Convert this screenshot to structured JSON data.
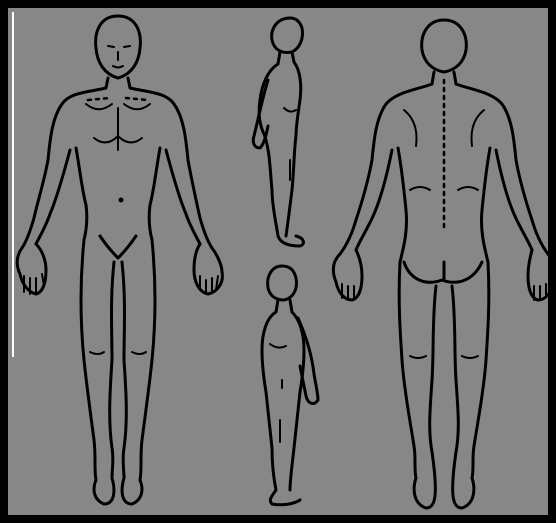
{
  "colors": {
    "background": "#878787",
    "frame": "#000000",
    "outline": "#000000",
    "edge_highlight": "#ffffff"
  },
  "figures": [
    {
      "view": "anterior",
      "icon": "body-front-icon"
    },
    {
      "view": "lateral-right",
      "icon": "body-side-icon"
    },
    {
      "view": "lateral-left",
      "icon": "body-side-icon"
    },
    {
      "view": "posterior",
      "icon": "body-back-icon"
    }
  ]
}
